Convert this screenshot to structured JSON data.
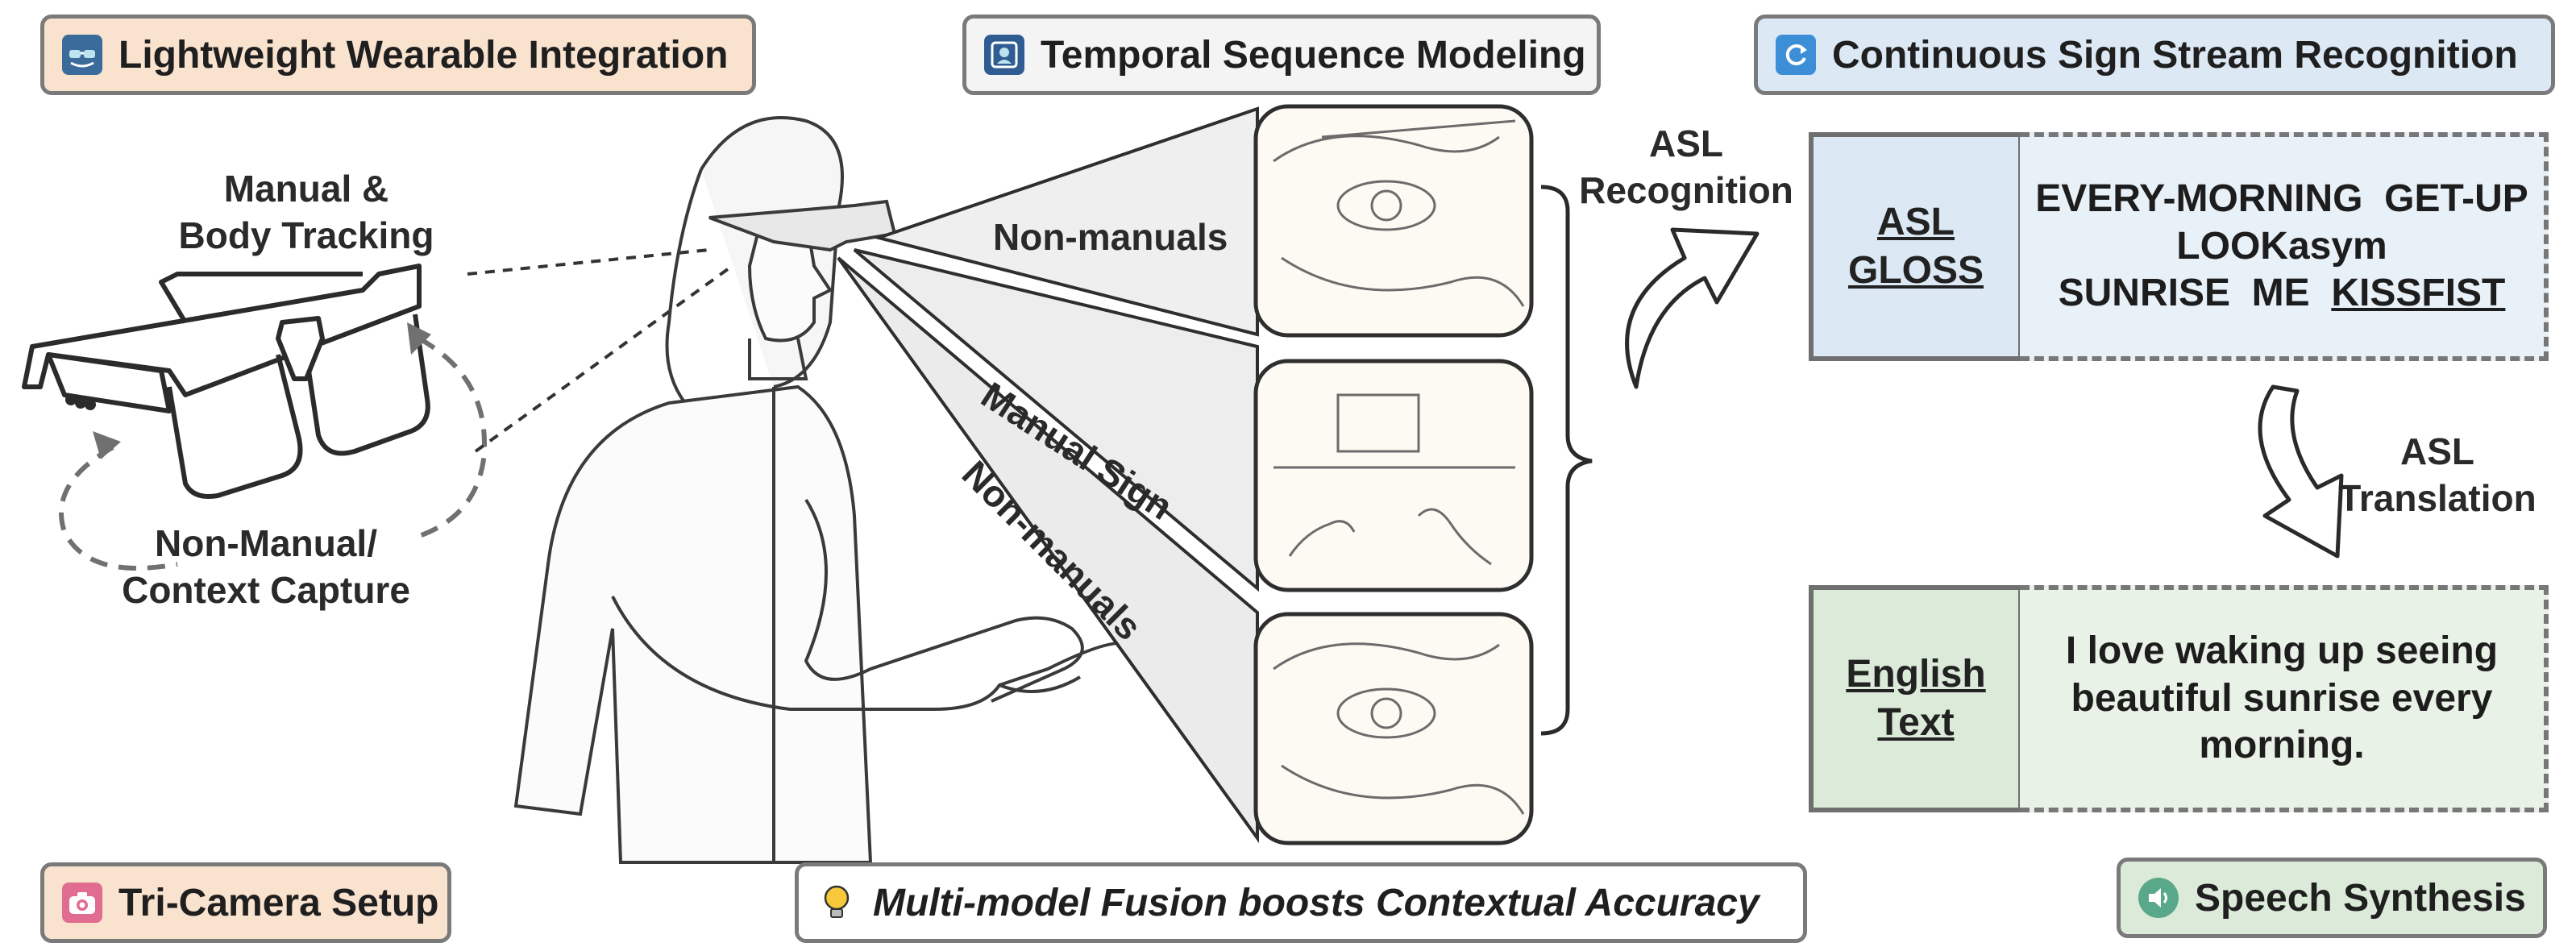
{
  "tags": {
    "wearable": "Lightweight Wearable Integration",
    "temporal": "Temporal Sequence Modeling",
    "continuous": "Continuous Sign Stream Recognition",
    "tricamera": "Tri-Camera Setup",
    "fusion": "Multi-model Fusion boosts Contextual Accuracy",
    "speech": "Speech Synthesis"
  },
  "glasses": {
    "manual_body": [
      "Manual &",
      "Body Tracking"
    ],
    "non_manual": [
      "Non-Manual/",
      "Context Capture"
    ]
  },
  "views": {
    "top": "Non-manuals",
    "middle": "Manual Sign",
    "bottom": "Non-manuals"
  },
  "recognition": [
    "ASL",
    "Recognition"
  ],
  "translation": [
    "ASL",
    "Translation"
  ],
  "gloss": {
    "label": [
      "ASL",
      "GLOSS"
    ],
    "lines": [
      "EVERY-MORNING  GET-UP",
      "LOOKasym"
    ],
    "line3_plain": "SUNRISE  ME  ",
    "line3_underlined": "KISSFIST"
  },
  "english": {
    "label": [
      "English",
      "Text"
    ],
    "lines": [
      "I love waking up seeing",
      "beautiful sunrise every",
      "morning."
    ]
  },
  "colors": {
    "orange_fill": "#f9e3cf",
    "blue_fill": "#dce8f4",
    "blue_fill_light": "#e8f0f8",
    "green_fill": "#dcebd9",
    "green_fill_light": "#e9f2e6",
    "grey_border": "#7a7a7a"
  }
}
